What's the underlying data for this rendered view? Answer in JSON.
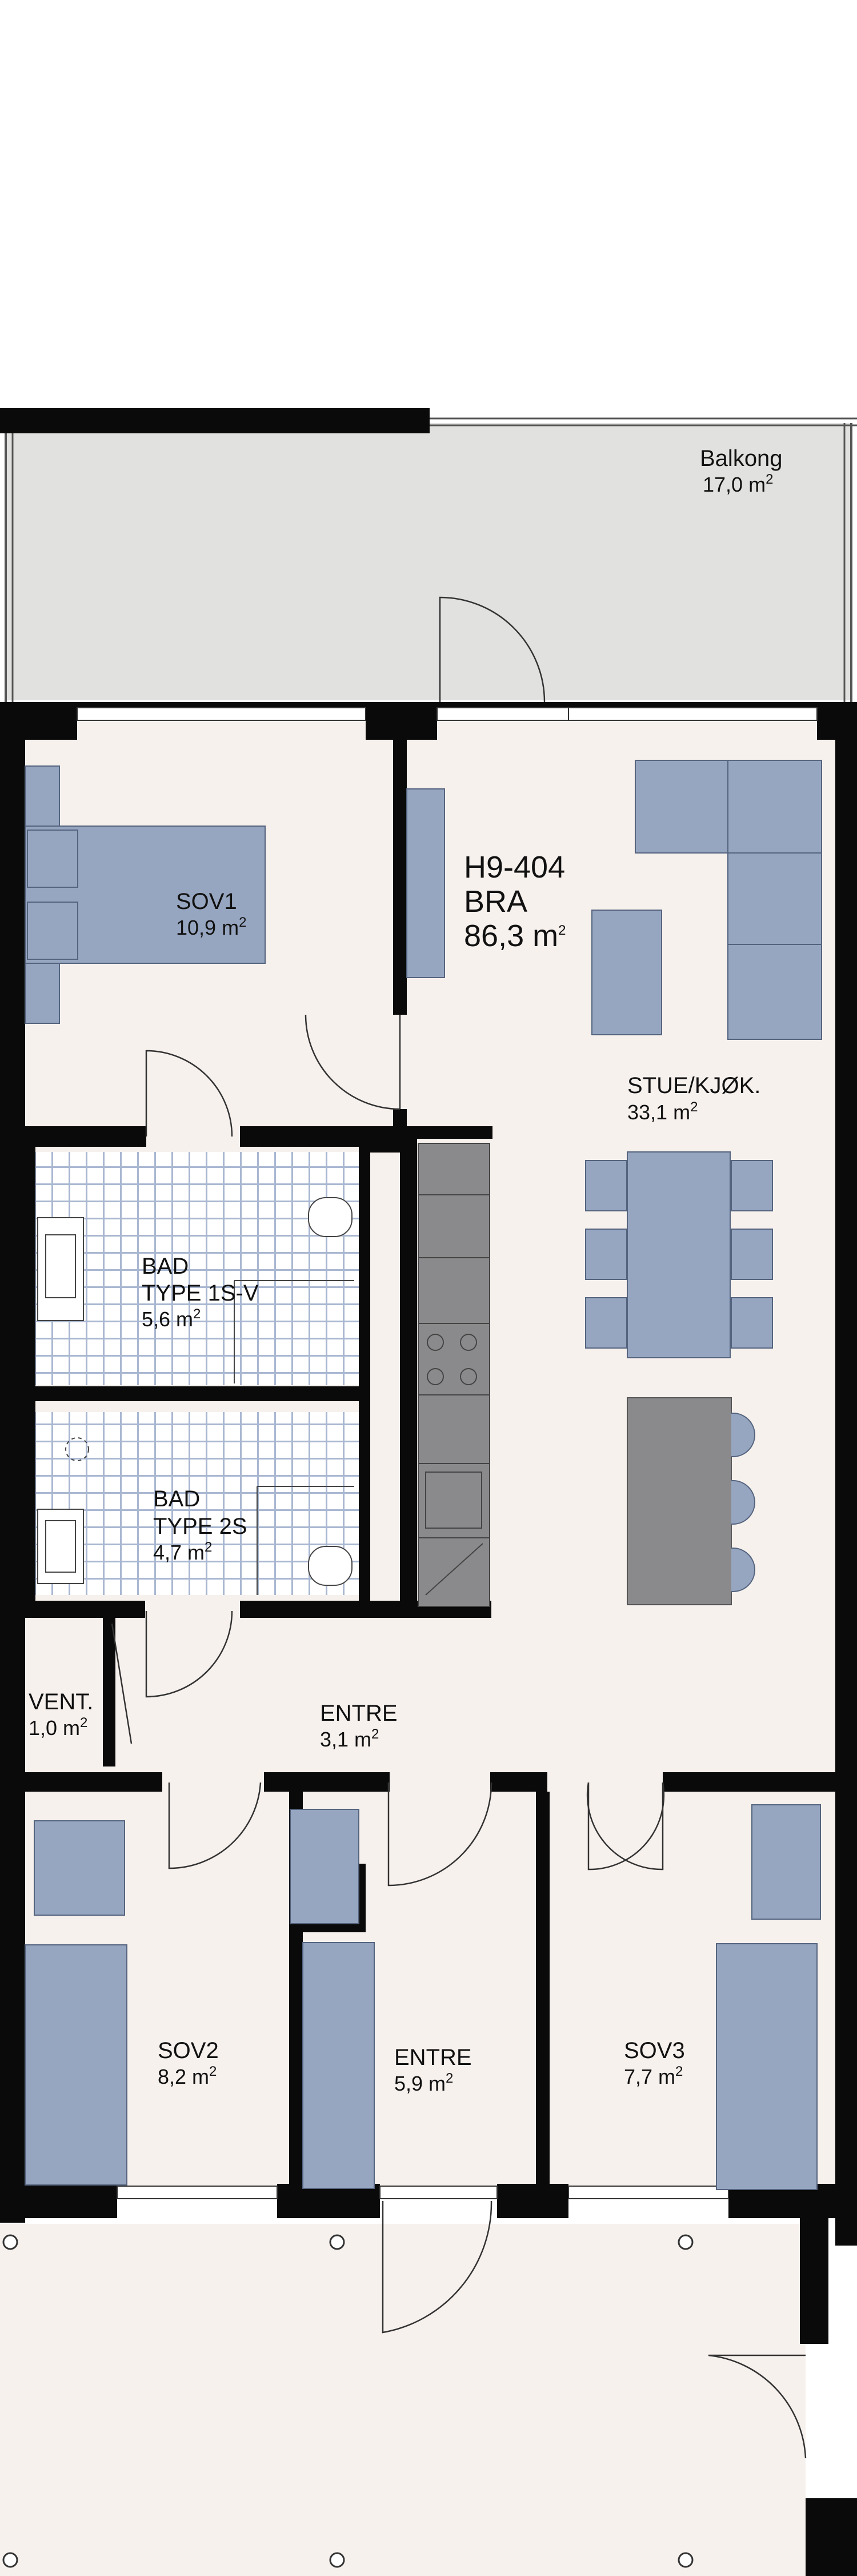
{
  "unit": {
    "id": "H9-404",
    "bra_label": "BRA",
    "area": "86,3 m",
    "area_sup": "2"
  },
  "rooms": {
    "balcony": {
      "name": "Balkong",
      "area": "17,0 m",
      "sup": "2"
    },
    "sov1": {
      "name": "SOV1",
      "area": "10,9 m",
      "sup": "2"
    },
    "stue": {
      "name": "STUE/KJØK.",
      "area": "33,1 m",
      "sup": "2"
    },
    "bad1": {
      "name": "BAD",
      "type": "TYPE 1S-V",
      "area": "5,6 m",
      "sup": "2"
    },
    "bad2": {
      "name": "BAD",
      "type": "TYPE 2S",
      "area": "4,7 m",
      "sup": "2"
    },
    "vent": {
      "name": "VENT.",
      "area": "1,0 m",
      "sup": "2"
    },
    "entre1": {
      "name": "ENTRE",
      "area": "3,1 m",
      "sup": "2"
    },
    "sov2": {
      "name": "SOV2",
      "area": "8,2 m",
      "sup": "2"
    },
    "entre2": {
      "name": "ENTRE",
      "area": "5,9 m",
      "sup": "2"
    },
    "sov3": {
      "name": "SOV3",
      "area": "7,7 m",
      "sup": "2"
    }
  },
  "colors": {
    "wall": "#0a0a0a",
    "floor": "#f7f1ee",
    "balcony": "#e1e1df",
    "furniture": "#97a6c0",
    "furniture_dark": "#6c7c96",
    "kitchen": "#8a8a8c",
    "tile_grid": "#a8b6d0"
  }
}
